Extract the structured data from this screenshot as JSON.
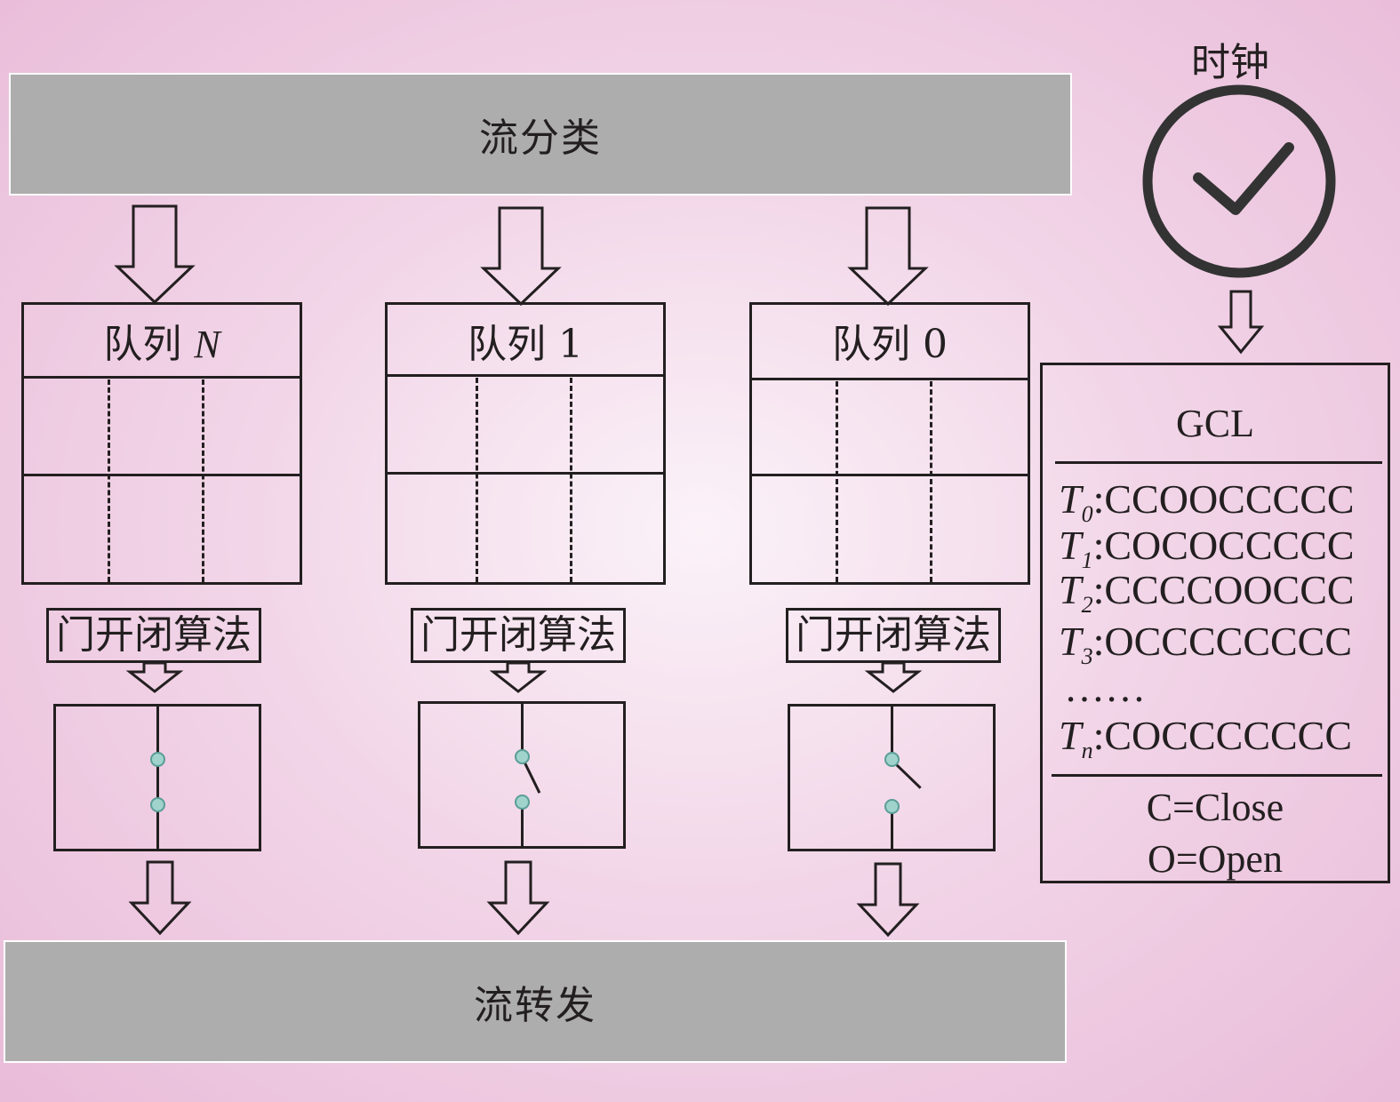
{
  "top_bar": {
    "label": "流分类"
  },
  "bottom_bar": {
    "label": "流转发"
  },
  "clock": {
    "label": "时钟"
  },
  "queues": [
    {
      "name": "队列 ",
      "index": "N",
      "algorithm": "门开闭算法",
      "gate_state": "closed"
    },
    {
      "name": "队列 1",
      "index": "",
      "algorithm": "门开闭算法",
      "gate_state": "open"
    },
    {
      "name": "队列 0",
      "index": "",
      "algorithm": "门开闭算法",
      "gate_state": "open"
    }
  ],
  "gcl": {
    "title": "GCL",
    "rows": [
      {
        "t": "T",
        "sub": "0",
        "pattern": ":CCOOCCCCC"
      },
      {
        "t": "T",
        "sub": "1",
        "pattern": ":COCOCCCCC"
      },
      {
        "t": "T",
        "sub": "2",
        "pattern": ":CCCCOOCCC"
      },
      {
        "t": "T",
        "sub": "3",
        "pattern": ":OCCCCCCCC"
      },
      {
        "t": "",
        "sub": "",
        "pattern": "……"
      },
      {
        "t": "T",
        "sub": "n",
        "pattern": ":COCCCCCCC"
      }
    ],
    "legend": [
      "C=Close",
      "O=Open"
    ]
  }
}
